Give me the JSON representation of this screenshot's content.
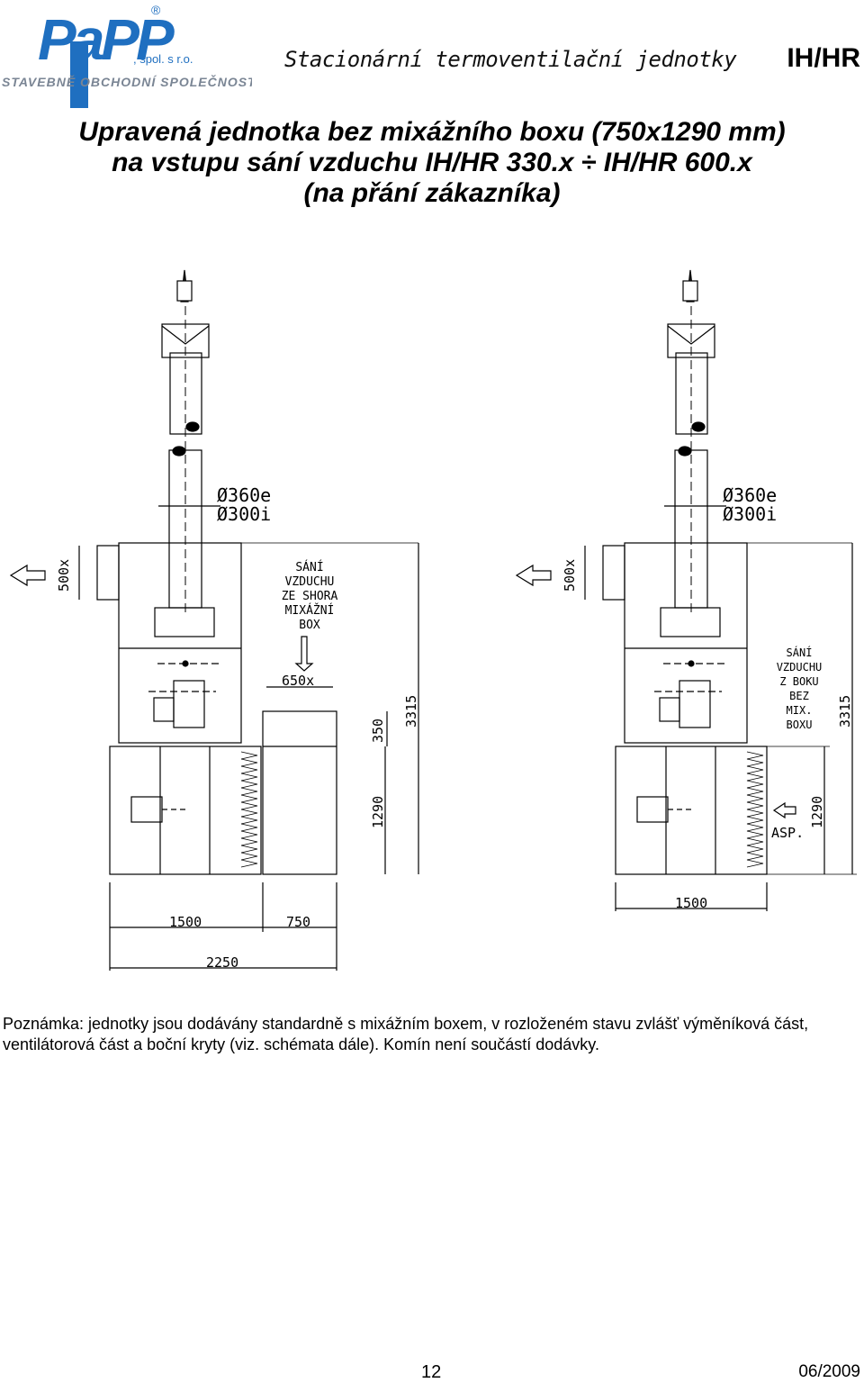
{
  "header": {
    "logo_text": "PaPP",
    "logo_suffix": ", spol. s r.o.",
    "logo_tagline": "STAVEBNĚ OBCHODNÍ SPOLEČNOST",
    "subtitle": "Stacionární termoventilační jednotky",
    "code": "IH/HR"
  },
  "title": {
    "line1": "Upravená jednotka bez mixážního boxu (750x1290 mm)",
    "line2": "na vstupu sání vzduchu IH/HR 330.x ÷ IH/HR 600.x",
    "line3": "(na přání zákazníka)"
  },
  "drawing": {
    "left_unit": {
      "dim_outer": "Ø360e",
      "dim_inner": "Ø300i",
      "dim_500": "500x",
      "dim_650": "650x",
      "dim_350": "350",
      "dim_3315": "3315",
      "dim_1290": "1290",
      "dim_1500": "1500",
      "dim_750": "750",
      "dim_2250": "2250",
      "label_lines": [
        "SÁNÍ",
        "VZDUCHU",
        "ZE SHORA",
        "MIXÁŽNÍ",
        "BOX"
      ]
    },
    "right_unit": {
      "dim_outer": "Ø360e",
      "dim_inner": "Ø300i",
      "dim_500": "500x",
      "dim_3315": "3315",
      "dim_1290": "1290",
      "dim_1500": "1500",
      "asp_label": "ASP.",
      "label_lines": [
        "SÁNÍ",
        "VZDUCHU",
        "Z BOKU",
        "BEZ",
        "MIX.",
        "BOXU"
      ]
    }
  },
  "note": "Poznámka: jednotky jsou dodávány standardně s mixážním boxem, v rozloženém stavu zvlášť výměníková část, ventilátorová část a boční kryty (viz. schémata dále). Komín není součástí dodávky.",
  "footer": {
    "page_number": "12",
    "date": "06/2009"
  },
  "colors": {
    "logo_blue": "#1f6fc0",
    "logo_gray": "#7a8594"
  }
}
